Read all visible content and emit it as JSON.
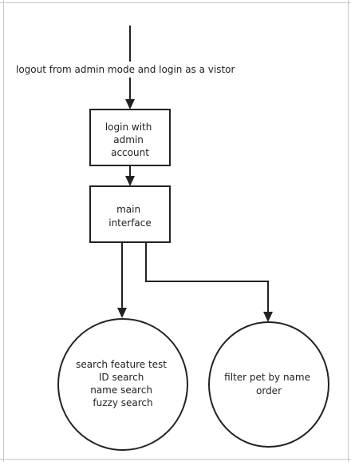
{
  "diagram": {
    "entry_label": "logout from admin mode and login as a vistor",
    "nodes": {
      "login": {
        "shape": "rectangle",
        "lines": [
          "login with",
          "admin",
          "account"
        ]
      },
      "main": {
        "shape": "rectangle",
        "lines": [
          "main",
          "interface"
        ]
      },
      "search": {
        "shape": "ellipse",
        "lines": [
          "search feature test",
          "ID search",
          "name search",
          "fuzzy search"
        ]
      },
      "filter": {
        "shape": "ellipse",
        "lines": [
          "filter pet by name",
          "order"
        ]
      }
    },
    "edges": [
      {
        "from": "entry",
        "to": "login"
      },
      {
        "from": "login",
        "to": "main"
      },
      {
        "from": "main",
        "to": "search"
      },
      {
        "from": "main",
        "to": "filter"
      }
    ],
    "colors": {
      "stroke": "#222222",
      "text": "#222222",
      "background": "#ffffff",
      "frame": "#c8c8c8"
    }
  }
}
